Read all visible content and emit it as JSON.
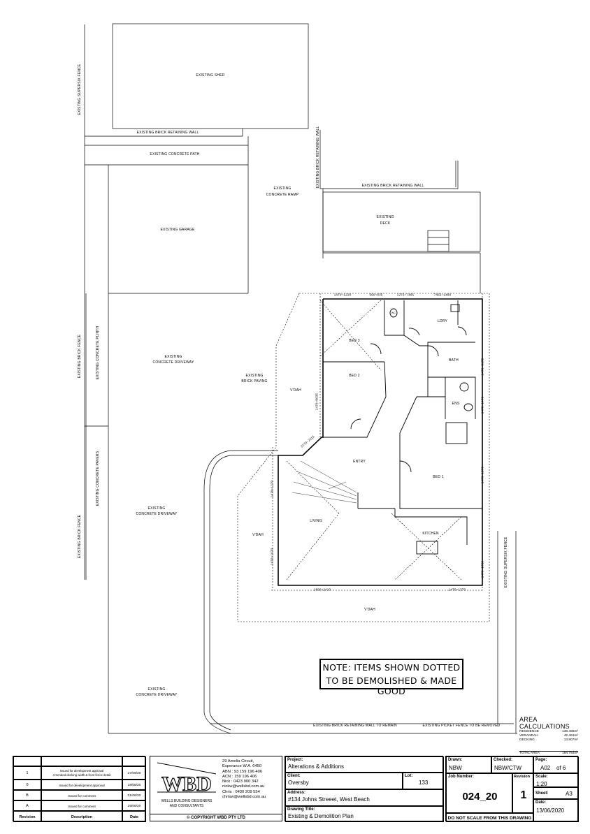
{
  "site_labels": {
    "existing_shed": "EXISTING SHED",
    "brick_wall_top": "EXISTING BRICK RETAINING WALL",
    "concrete_path": "EXISTING CONCRETE PATH",
    "garage": "EXISTING GARAGE",
    "ramp_l1": "EXISTING",
    "ramp_l2": "CONCRETE RAMP",
    "brick_wall_right_v": "EXISTING BRICK RETAINING WALL",
    "brick_wall_right_h": "EXISTING BRICK RETAINING WALL",
    "deck_l1": "EXISTING",
    "deck_l2": "DECK",
    "driveway1_l1": "EXISTING",
    "driveway1_l2": "CONCRETE DRIVEWAY",
    "brick_paving_l1": "EXISTING",
    "brick_paving_l2": "BRICK PAVING",
    "driveway2_l1": "EXISTING",
    "driveway2_l2": "CONCRETE DRIVEWAY",
    "driveway3_l1": "EXISTING",
    "driveway3_l2": "CONCRETE DRIVEWAY",
    "supersix_fence_top": "EXISTING SUPERSIX FENCE",
    "brick_fence_1": "EXISTING BRICK FENCE",
    "concrete_plinth": "EXISTING CONCRETE PLINTH",
    "concrete_pavers": "EXISTING CONCRETE PAVERS",
    "brick_fence_2": "EXISTING BRICK FENCE",
    "supersix_fence_right": "EXISTING SUPERSIX FENCE",
    "retaining_wall_bottom": "EXISTING BRICK RETAINING WALL TO REMAIN",
    "picket_fence": "EXISTING PICKET FENCE TO BE REMOVED"
  },
  "rooms": {
    "bed3": "BED 3",
    "bed2": "BED 2",
    "ldry": "LDRY",
    "bath": "BATH",
    "ens": "ENS",
    "entry": "ENTRY",
    "bed1": "BED 1",
    "living": "LIVING",
    "kitchen": "KITCHEN",
    "vdah_left": "V'DAH",
    "vdah_upper": "V'DAH",
    "vdah_bottom": "V'DAH",
    "wc": "WC"
  },
  "dimensions": {
    "d1": "1470~1220",
    "d2": "590~835",
    "d3": "1270~7465",
    "d4": "7465~1480",
    "d5": "1470~8035",
    "d6": "2270~2115",
    "d7": "1470~1270",
    "d8": "1890~2410",
    "d9": "1470~1370",
    "d10": "1470~1970",
    "d11": "1470~1720",
    "d12": "1470~1570",
    "d13": "1470~1470",
    "d14": "1470~8175"
  },
  "note": {
    "line1": "NOTE: ITEMS SHOWN DOTTED",
    "line2": "TO BE DEMOLISHED & MADE GOOD"
  },
  "area_calculations": {
    "title": "AREA CALCULATIONS",
    "rows": [
      {
        "label": "RESIDENCE",
        "value": "138.486m²"
      },
      {
        "label": "VERANDAH",
        "value": "42.461m²"
      },
      {
        "label": "DECKING",
        "value": "13.807m²"
      }
    ],
    "total_label": "TOTAL AREA",
    "total_value": "194.754m²"
  },
  "revisions": {
    "rows": [
      {
        "rev": "1",
        "desc": "Issued for development approval\nAmended decking width & front fence detail",
        "date": "17/09/20"
      },
      {
        "rev": "0",
        "desc": "Issued for development approval",
        "date": "18/08/20"
      },
      {
        "rev": "B",
        "desc": "Issued for comment",
        "date": "01/08/20"
      },
      {
        "rev": "A",
        "desc": "Issued for comment",
        "date": "29/06/20"
      }
    ],
    "header_rev": "Revision",
    "header_desc": "Description",
    "header_date": "Date"
  },
  "company": {
    "logo_text": "WBD",
    "name_l1": "WELLS BUILDING DESIGNERS",
    "name_l2": "AND CONSULTANTS",
    "copyright": "© COPYRIGHT WBD PTY LTD",
    "address_lines": [
      "29 Amelia Circuit,",
      "Esperance W.A. 6450",
      "ABN : 93 159 196 406",
      "ACN : 159 196 406",
      "Nick : 0423 900 342",
      "nickw@wellsbd.com.au",
      "Chris : 0430 209 554",
      "chrisw@wellsbd.com.au"
    ]
  },
  "project": {
    "project_label": "Project:",
    "project_value": "Alterations & Additions",
    "client_label": "Client:",
    "client_value": "Oversby",
    "lot_label": "Lot:",
    "lot_value": "133",
    "address_label": "Address:",
    "address_value": "#134 Johns Streeet, West Beach",
    "title_label": "Drawing Title:",
    "title_value": "Existing & Demolition Plan"
  },
  "drawing": {
    "drawn_label": "Drawn:",
    "drawn_value": "NBW",
    "checked_label": "Checked:",
    "checked_value": "NBW/CTW",
    "page_label": "Page:",
    "page_value": "A02",
    "of_value": "of 6",
    "job_label": "Job Number:",
    "job_value": "024_20",
    "revision_label": "Revision",
    "revision_value": "1",
    "scale_label": "Scale:",
    "scale_value": "1:20",
    "sheet_label": "Sheet:",
    "sheet_value": "A3",
    "date_label": "Date:",
    "date_value": "13/06/2020",
    "warning": "DO NOT SCALE FROM THIS DRAWING"
  }
}
